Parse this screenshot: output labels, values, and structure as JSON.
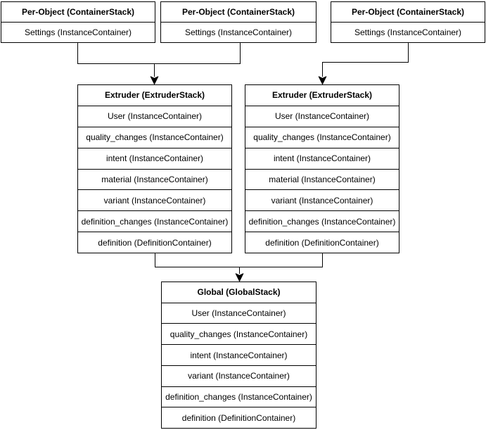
{
  "per_object_1": {
    "title": "Per-Object (ContainerStack)",
    "rows": [
      "Settings (InstanceContainer)"
    ]
  },
  "per_object_2": {
    "title": "Per-Object (ContainerStack)",
    "rows": [
      "Settings (InstanceContainer)"
    ]
  },
  "per_object_3": {
    "title": "Per-Object (ContainerStack)",
    "rows": [
      "Settings (InstanceContainer)"
    ]
  },
  "extruder_1": {
    "title": "Extruder (ExtruderStack)",
    "rows": [
      "User (InstanceContainer)",
      "quality_changes (InstanceContainer)",
      "intent (InstanceContainer)",
      "material (InstanceContainer)",
      "variant (InstanceContainer)",
      "definition_changes (InstanceContainer)",
      "definition (DefinitionContainer)"
    ]
  },
  "extruder_2": {
    "title": "Extruder (ExtruderStack)",
    "rows": [
      "User (InstanceContainer)",
      "quality_changes (InstanceContainer)",
      "intent (InstanceContainer)",
      "material (InstanceContainer)",
      "variant (InstanceContainer)",
      "definition_changes (InstanceContainer)",
      "definition (DefinitionContainer)"
    ]
  },
  "global_stack": {
    "title": "Global (GlobalStack)",
    "rows": [
      "User (InstanceContainer)",
      "quality_changes (InstanceContainer)",
      "intent (InstanceContainer)",
      "variant (InstanceContainer)",
      "definition_changes (InstanceContainer)",
      "definition (DefinitionContainer)"
    ]
  },
  "edges": [
    {
      "from": "per_object_1",
      "to": "extruder_1"
    },
    {
      "from": "per_object_2",
      "to": "extruder_1"
    },
    {
      "from": "per_object_3",
      "to": "extruder_2"
    },
    {
      "from": "extruder_1",
      "to": "global_stack"
    },
    {
      "from": "extruder_2",
      "to": "global_stack"
    }
  ],
  "colors": {
    "background": "#ffffff",
    "box_fill": "#ffffff",
    "box_border": "#000000",
    "line": "#000000"
  }
}
